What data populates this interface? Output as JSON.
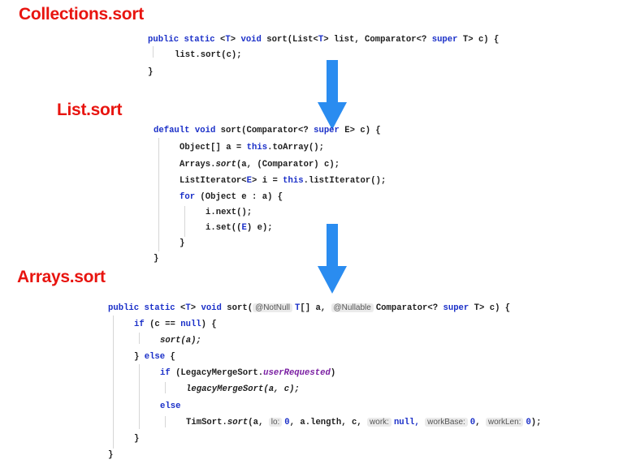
{
  "headings": {
    "collections": "Collections.sort",
    "list": "List.sort",
    "arrays": "Arrays.sort"
  },
  "colors": {
    "heading": "#e8140f",
    "arrow": "#2a8cf0",
    "keyword": "#1a2fc8"
  },
  "arrow_icon": "down-arrow-icon",
  "snippets": {
    "collections": [
      "public static <T> void sort(List<T> list, Comparator<? super T> c) {",
      "list.sort(c);",
      "}"
    ],
    "list": [
      "default void sort(Comparator<? super E> c) {",
      "Object[] a = this.toArray();",
      "Arrays.sort(a, (Comparator) c);",
      "ListIterator<E> i = this.listIterator();",
      "for (Object e : a) {",
      "i.next();",
      "i.set((E) e);",
      "}",
      "}"
    ],
    "arrays": {
      "sig_a": "public static <T> void sort(",
      "hint_notnull": "@NotNull",
      "sig_b": "T[] a,",
      "hint_nullable": "@Nullable",
      "sig_c": "Comparator<? super T> c) {",
      "l2": "if (c == null) {",
      "l3": "sort(a);",
      "l4": "} else {",
      "l5": "if (LegacyMergeSort.userRequested)",
      "l6": "legacyMergeSort(a, c);",
      "l7": "else",
      "l8_a": "TimSort.sort(a,",
      "hint_lo": "lo:",
      "l8_b": "0, a.length, c,",
      "hint_work": "work:",
      "l8_c": "null,",
      "hint_workbase": "workBase:",
      "l8_d": "0,",
      "hint_worklen": "workLen:",
      "l8_e": "0);",
      "l9": "}",
      "l10": "}"
    }
  }
}
